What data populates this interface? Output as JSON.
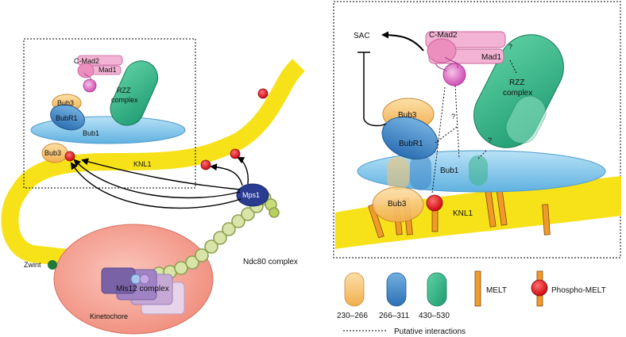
{
  "labels": {
    "c_mad2_left": "C-Mad2",
    "mad1_left": "Mad1",
    "rzz_left_1": "RZZ",
    "rzz_left_2": "complex",
    "bub3_top_left": "Bub3",
    "bubr1_left": "BubR1",
    "bub1_left": "Bub1",
    "bub3_low_left": "Bub3",
    "knl1_left": "KNL1",
    "mps1": "Mps1",
    "zwint": "Zwint",
    "ndc80": "Ndc80 complex",
    "mis12": "Mis12 complex",
    "kinetochore": "Kinetochore",
    "sac": "SAC",
    "c_mad2_right": "C-Mad2",
    "mad1_right": "Mad1",
    "rzz_right_1": "RZZ",
    "rzz_right_2": "complex",
    "bub3_top_right": "Bub3",
    "bubr1_right": "BubR1",
    "bub1_right": "Bub1",
    "bub3_low_right": "Bub3",
    "knl1_right": "KNL1",
    "q1": "?",
    "q2": "?",
    "q3": "?"
  },
  "legend": {
    "range_1": "230–266",
    "range_2": "266–311",
    "range_3": "430–530",
    "melt": "MELT",
    "phospho_melt": "Phospho-MELT",
    "putative": "Putative interactions"
  },
  "colors": {
    "knl1_yellow": "#f7e21a",
    "bub3_orange": "#f6c36a",
    "bubr1_blue": "#3f86c8",
    "bub1_lightblue": "#82c6ec",
    "rzz_green": "#3bb48b",
    "mad_pink": "#ec8fbf",
    "mad_magenta": "#d860c0",
    "phospho_red": "#e0141c",
    "melt_orange": "#f19a2a",
    "mps1_navy": "#2a3c92",
    "kinetochore_salmon": "#f6a394",
    "mis12_purple": "#8a6aa8",
    "ndc80_green": "#b6c880",
    "zwint_green": "#1f7a3a"
  }
}
